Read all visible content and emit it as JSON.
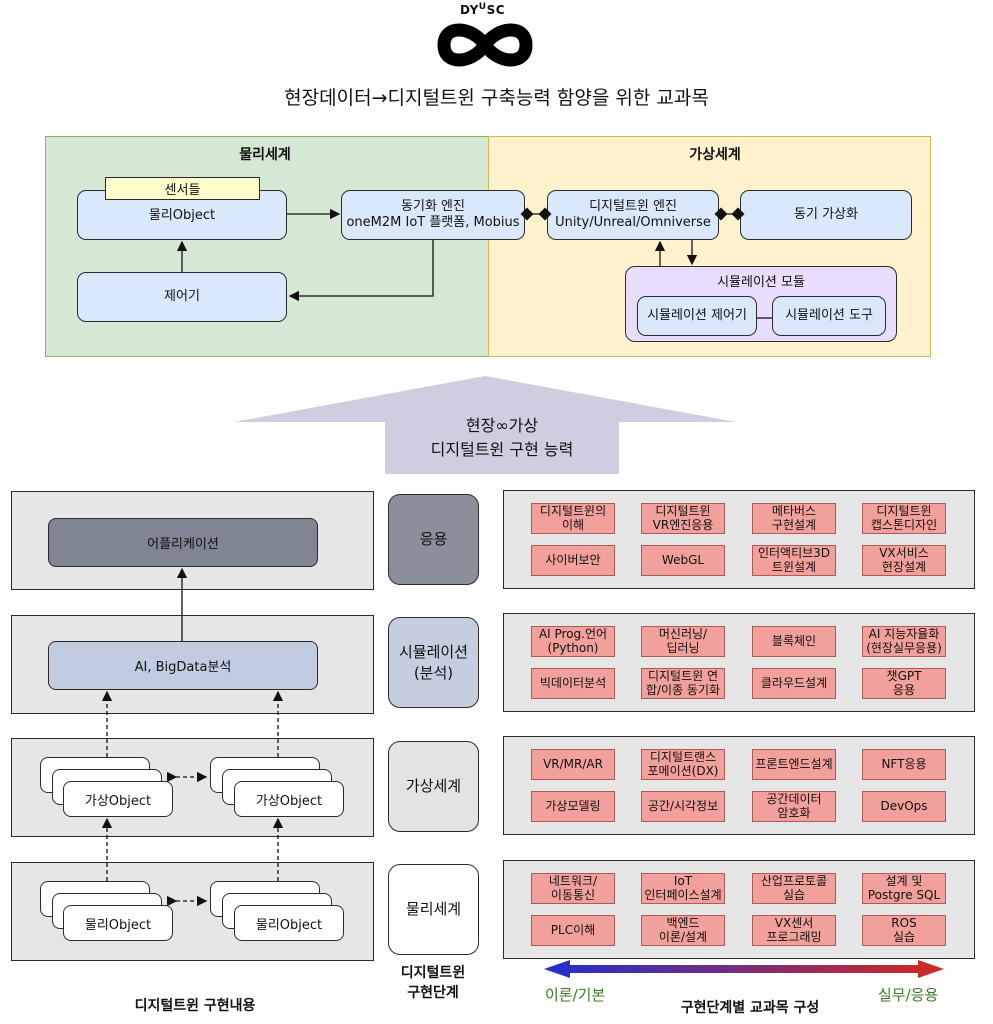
{
  "logo": {
    "text_top": "DY",
    "text_sup": "U",
    "text_tail": "SC",
    "icon": "infinity-icon"
  },
  "title": "현장데이터→디지털트윈 구축능력 함양을 위한 교과목",
  "top_diagram": {
    "physical_label": "물리세계",
    "virtual_label": "가상세계",
    "sensors": "센서들",
    "physical_object": "물리Object",
    "controller": "제어기",
    "sync_engine_line1": "동기화 엔진",
    "sync_engine_line2": "oneM2M IoT 플랫폼, Mobius",
    "dt_engine_line1": "디지털트윈 엔진",
    "dt_engine_line2": "Unity/Unreal/Omniverse",
    "sync_virtual": "동기 가상화",
    "sim_module": "시뮬레이션 모듈",
    "sim_controller": "시뮬레이션 제어기",
    "sim_tool": "시뮬레이션 도구",
    "colors": {
      "physical_bg": "#d5e8d4",
      "physical_border": "#82b366",
      "virtual_bg": "#fff2cc",
      "virtual_border": "#d6b656",
      "node_bg": "#dae8fc",
      "sim_bg": "#e8ddfc"
    }
  },
  "big_arrow": {
    "line1": "현장∞가상",
    "line2": "디지털트윈 구현 능력",
    "color": "#d0cde0"
  },
  "left_panel": {
    "application": "어플리케이션",
    "ai": "AI, BigData분석",
    "virtual_object": "가상Object",
    "physical_object": "물리Object",
    "caption": "디지털트윈 구현내용"
  },
  "stages": {
    "items": [
      "응용",
      "시뮬레이션\n(분석)",
      "가상세계",
      "물리세계"
    ],
    "caption_line1": "디지털트윈",
    "caption_line2": "구현단계"
  },
  "courses": {
    "rows": [
      [
        "디지털트윈의\n이해",
        "디지털트윈\nVR엔진응용",
        "메타버스\n구현설계",
        "디지털트윈\n캡스톤디자인",
        "사이버보안",
        "WebGL",
        "인터액티브3D\n트윈설계",
        "VX서비스\n현장설계"
      ],
      [
        "AI Prog.언어\n(Python)",
        "머신러닝/\n딥러닝",
        "블록체인",
        "AI 지능자율화\n(현장실무응용)",
        "빅데이터분석",
        "디지털트윈 연\n합/이종 동기화",
        "클라우드설계",
        "챗GPT\n응용"
      ],
      [
        "VR/MR/AR",
        "디지털트랜스\n포메이션(DX)",
        "프론트엔드설계",
        "NFT응용",
        "가상모델링",
        "공간/시각정보",
        "공간데이터\n암호화",
        "DevOps"
      ],
      [
        "네트워크/\n이동통신",
        "IoT\n인터페이스설계",
        "산업프로토콜\n실습",
        "설계 및\nPostgre SQL",
        "PLC이해",
        "백엔드\n이론/설계",
        "VX센서\n프로그래밍",
        "ROS\n실습"
      ]
    ],
    "theory_label": "이론/기본",
    "practice_label": "실무/응용",
    "caption": "구현단계별 교과목 구성",
    "colors": {
      "course_bg": "#f2a09b",
      "theory_text": "#3a7a2a",
      "practice_text": "#3a7a2a",
      "arrow_start": "#1f2fd0",
      "arrow_end": "#d42a1e"
    }
  }
}
